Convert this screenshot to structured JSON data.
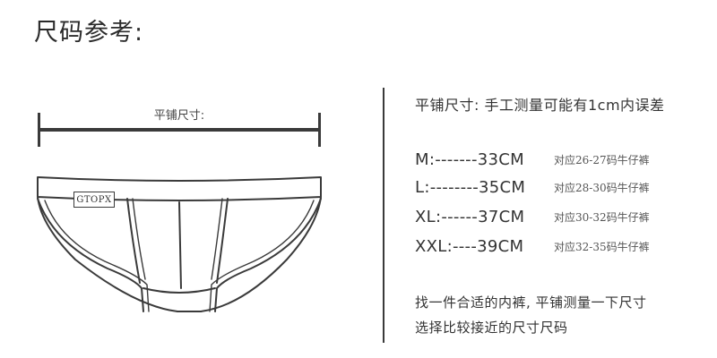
{
  "title": "尺码参考:",
  "measure": {
    "label": "平铺尺寸:"
  },
  "brand": {
    "tag": "GTOPX"
  },
  "info": {
    "title": "平铺尺寸: 手工测量可能有1cm内误差",
    "sizes": [
      {
        "size": "M:-------33CM",
        "fit": "对应26-27码牛仔裤"
      },
      {
        "size": "L:--------35CM",
        "fit": "对应28-30码牛仔裤"
      },
      {
        "size": "XL:------37CM",
        "fit": "对应30-32码牛仔裤"
      },
      {
        "size": "XXL:----39CM",
        "fit": "对应32-35码牛仔裤"
      }
    ],
    "note_line1": "找一件合适的内裤, 平铺测量一下尺寸",
    "note_line2": "选择比较接近的尺寸尺码"
  }
}
